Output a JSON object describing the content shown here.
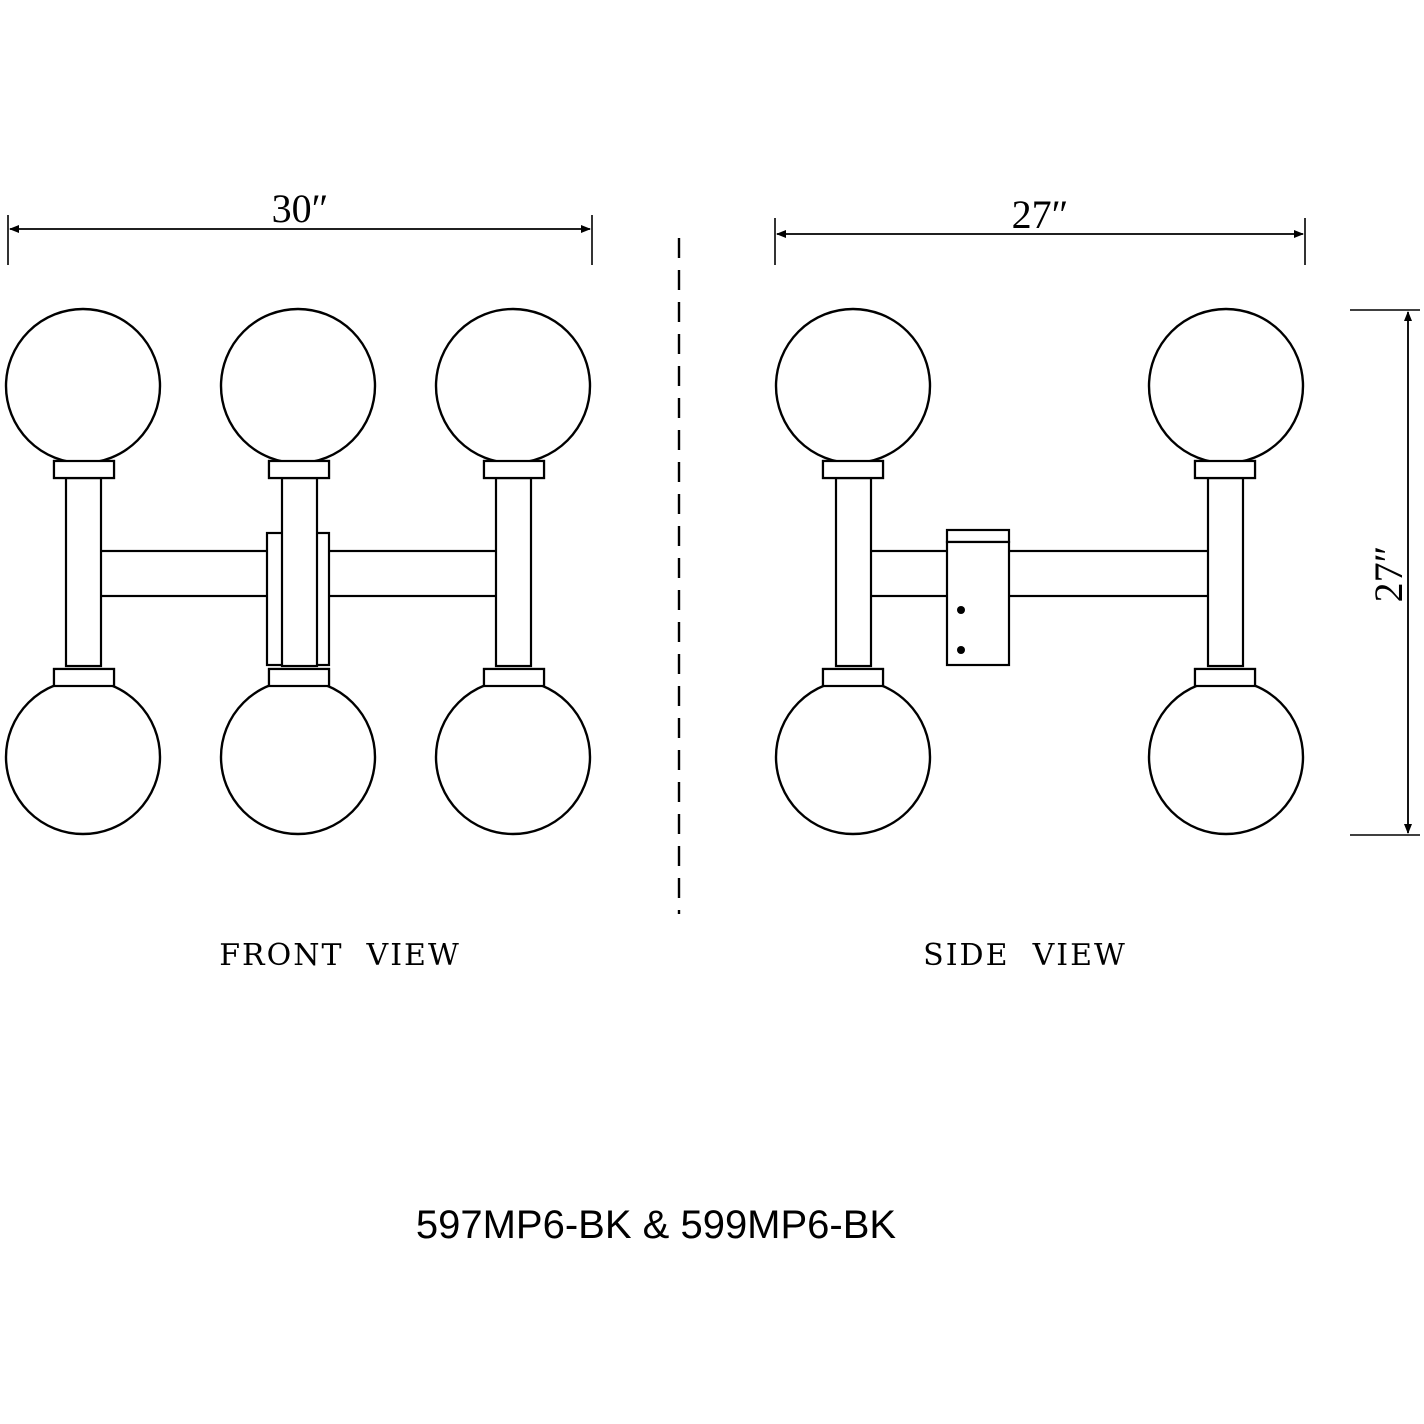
{
  "dimensions": {
    "front_width": "30″",
    "side_width": "27″",
    "height": "27″"
  },
  "views": {
    "front": "FRONT  VIEW",
    "side": "SIDE  VIEW"
  },
  "model_numbers": "597MP6-BK & 599MP6-BK"
}
